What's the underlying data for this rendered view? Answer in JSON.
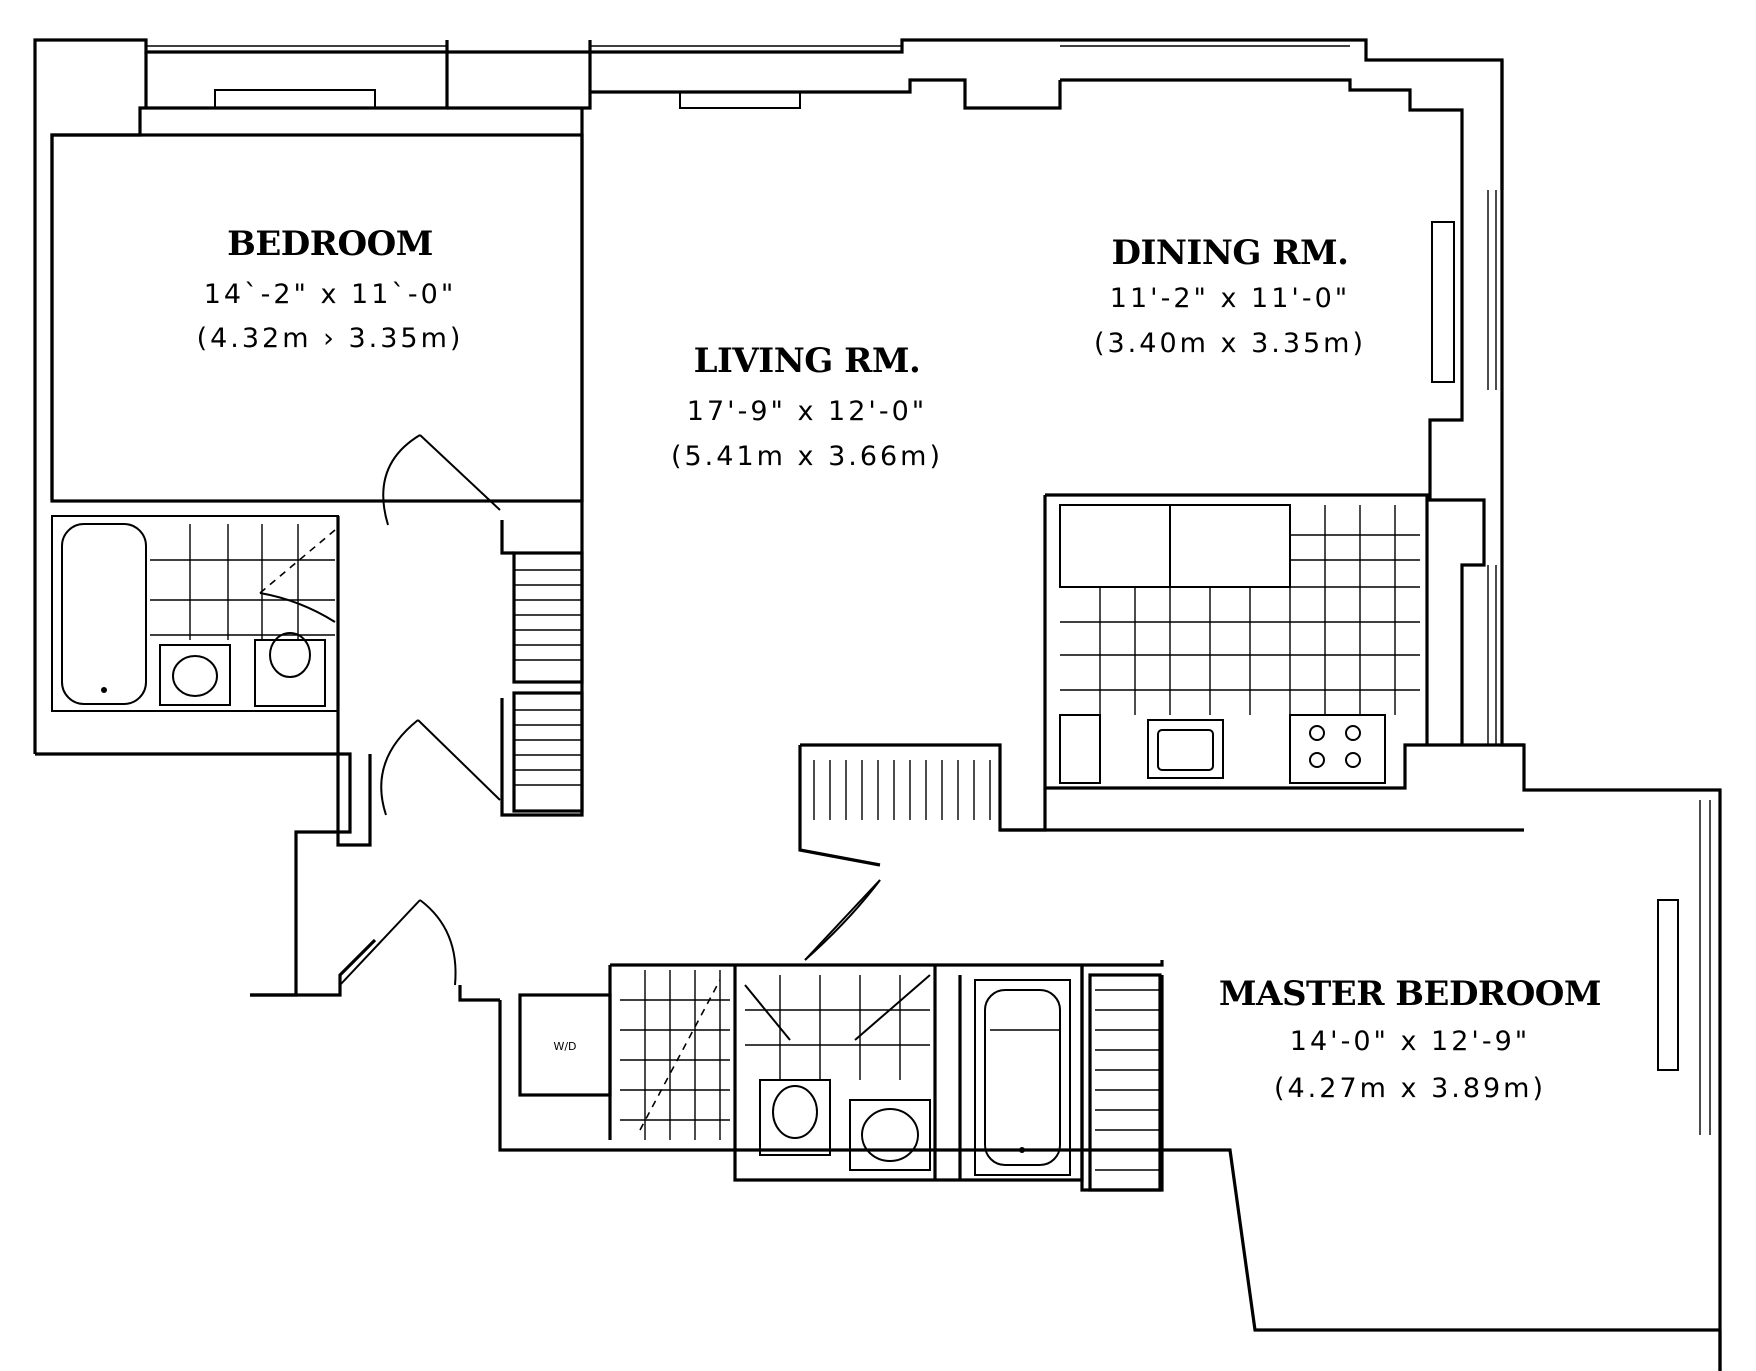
{
  "rooms": {
    "bedroom": {
      "name": "BEDROOM",
      "dim_imperial": "14`-2\" x 11`-0\"",
      "dim_metric": "(4.32m › 3.35m)"
    },
    "living": {
      "name": "LIVING RM.",
      "dim_imperial": "17'-9\" x 12'-0\"",
      "dim_metric": "(5.41m x 3.66m)"
    },
    "dining": {
      "name": "DINING RM.",
      "dim_imperial": "11'-2\" x 11'-0\"",
      "dim_metric": "(3.40m x 3.35m)"
    },
    "master": {
      "name": "MASTER BEDROOM",
      "dim_imperial": "14'-0\" x 12'-9\"",
      "dim_metric": "(4.27m x 3.89m)"
    }
  },
  "fixtures": {
    "washer_dryer_label": "W/D"
  }
}
